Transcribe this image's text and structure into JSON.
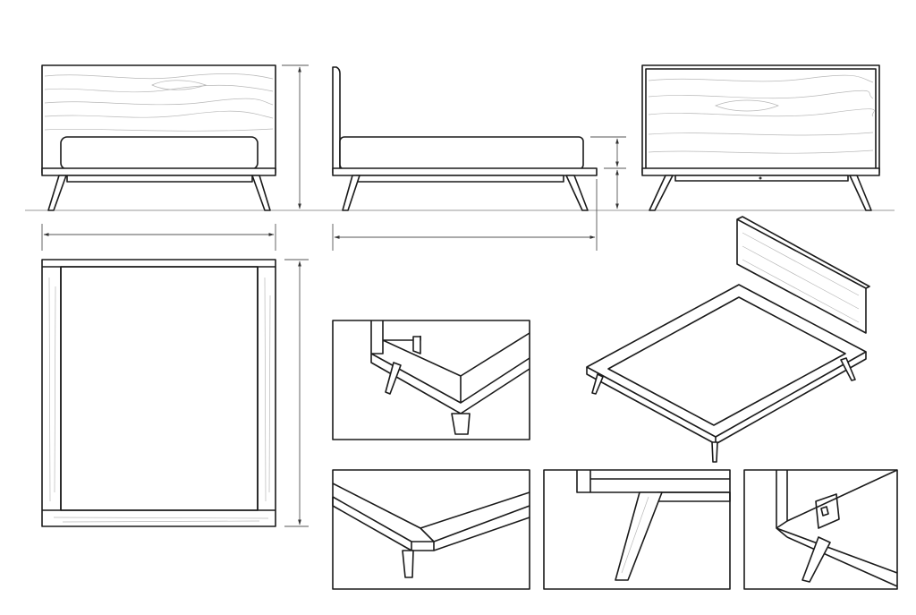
{
  "drawing": {
    "line_color": "#1a1a1a",
    "background": "#ffffff",
    "views": [
      "front-view",
      "side-view",
      "back-view",
      "top-view",
      "isometric-view",
      "detail-corner-1",
      "detail-corner-2",
      "detail-leg",
      "detail-bracket"
    ]
  }
}
